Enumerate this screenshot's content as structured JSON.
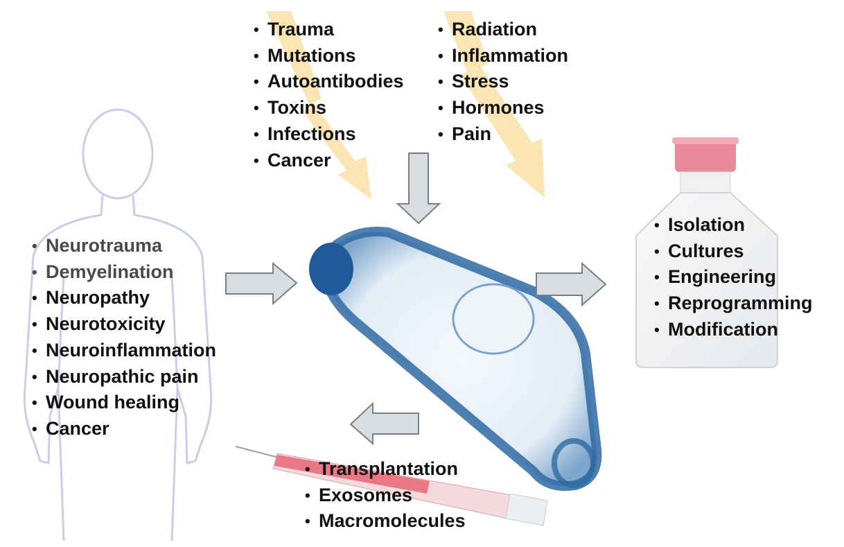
{
  "factors": {
    "left_column": [
      "Trauma",
      "Mutations",
      "Autoantibodies",
      "Toxins",
      "Infections",
      "Cancer"
    ],
    "right_column": [
      "Radiation",
      "Inflammation",
      "Stress",
      "Hormones",
      "Pain"
    ]
  },
  "conditions": [
    "Neurotrauma",
    "Demyelination",
    "Neuropathy",
    "Neurotoxicity",
    "Neuroinflammation",
    "Neuropathic pain",
    "Wound healing",
    "Cancer"
  ],
  "culture_steps": [
    "Isolation",
    "Cultures",
    "Engineering",
    "Reprogramming",
    "Modification"
  ],
  "delivery": [
    "Transplantation",
    "Exosomes",
    "Macromolecules"
  ],
  "colors": {
    "cell_blue": "#2f6aa3",
    "lightning": "#fbe3ad",
    "arrow_fill": "#d9dde1",
    "arrow_stroke": "#7a7f85",
    "silhouette": "#c7cdea",
    "flask_cap": "#e88a98",
    "syringe_red": "#e55666"
  },
  "icons": [
    "human-silhouette-icon",
    "cell-flask-icon",
    "culture-flask-icon",
    "syringe-icon",
    "lightning-bolt-icon",
    "block-arrow-icon"
  ]
}
